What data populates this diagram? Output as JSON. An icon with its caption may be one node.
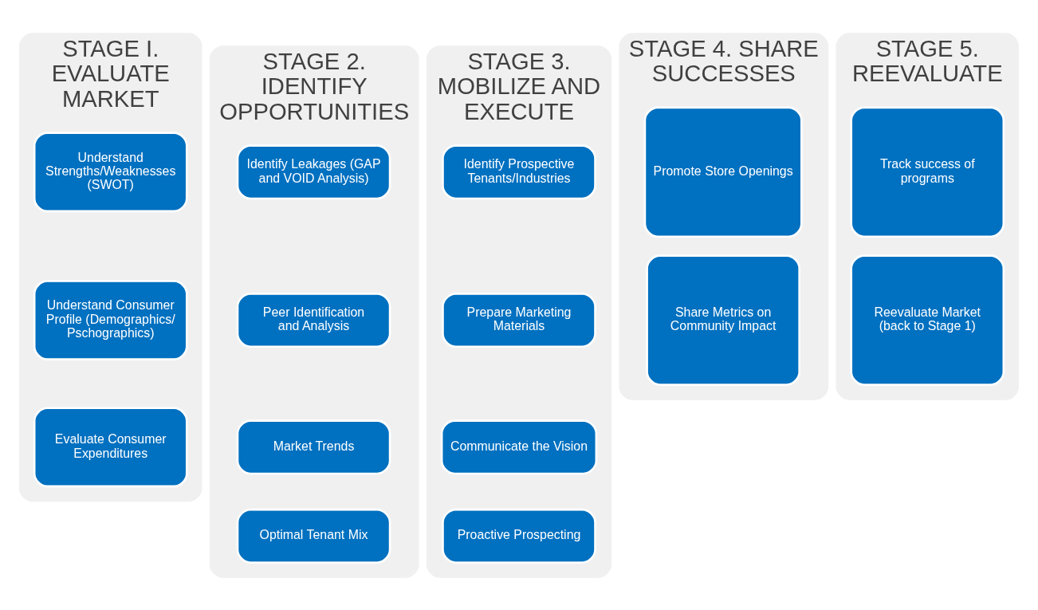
{
  "diagram": {
    "nodes": [
      {
        "text": [
          "STAGE I. EVALUATE MARKET"
        ]
      },
      {
        "text": [
          "Understand Strengths/Weaknesses (SWOT)"
        ],
        "in": 0
      },
      {
        "text": [
          "Understand Consumer Profile (Demographics/ Pschographics)"
        ],
        "in": 0
      },
      {
        "text": [
          "Evaluate Consumer Expenditures"
        ],
        "in": 0
      },
      {
        "text": [
          "STAGE 2. IDENTIFY OPPORTUNITIES"
        ]
      },
      {
        "text": [
          "Identify Leakages (GAP and VOID Analysis)"
        ],
        "in": 4
      },
      {
        "text": [
          "Peer Identification and Analysis"
        ],
        "in": 4
      },
      {
        "text": [
          "Market Trends"
        ],
        "in": 4
      },
      {
        "text": [
          "Optimal Tenant Mix"
        ],
        "in": 4
      },
      {
        "text": [
          "STAGE 3. MOBILIZE AND EXECUTE"
        ]
      },
      {
        "text": [
          "Identify Prospective Tenants/Industries"
        ],
        "in": 9
      },
      {
        "text": [
          "Prepare Marketing Materials"
        ],
        "in": 9
      },
      {
        "text": [
          "Communicate the Vision"
        ],
        "in": 9
      },
      {
        "text": [
          "Proactive Prospecting"
        ],
        "in": 9
      },
      {
        "text": [
          "STAGE 4. SHARE SUCCESSES"
        ]
      },
      {
        "text": [
          "Promote Store Openings"
        ],
        "in": 14
      },
      {
        "text": [
          "Share Metrics on Community Impact"
        ],
        "in": 14
      },
      {
        "text": [
          "STAGE 5. REEVALUATE"
        ]
      },
      {
        "text": [
          "Track success of programs"
        ],
        "in": 17
      },
      {
        "text": [
          "Reevaluate Market (back to Stage 1)"
        ],
        "in": 17
      }
    ],
    "edges": []
  }
}
